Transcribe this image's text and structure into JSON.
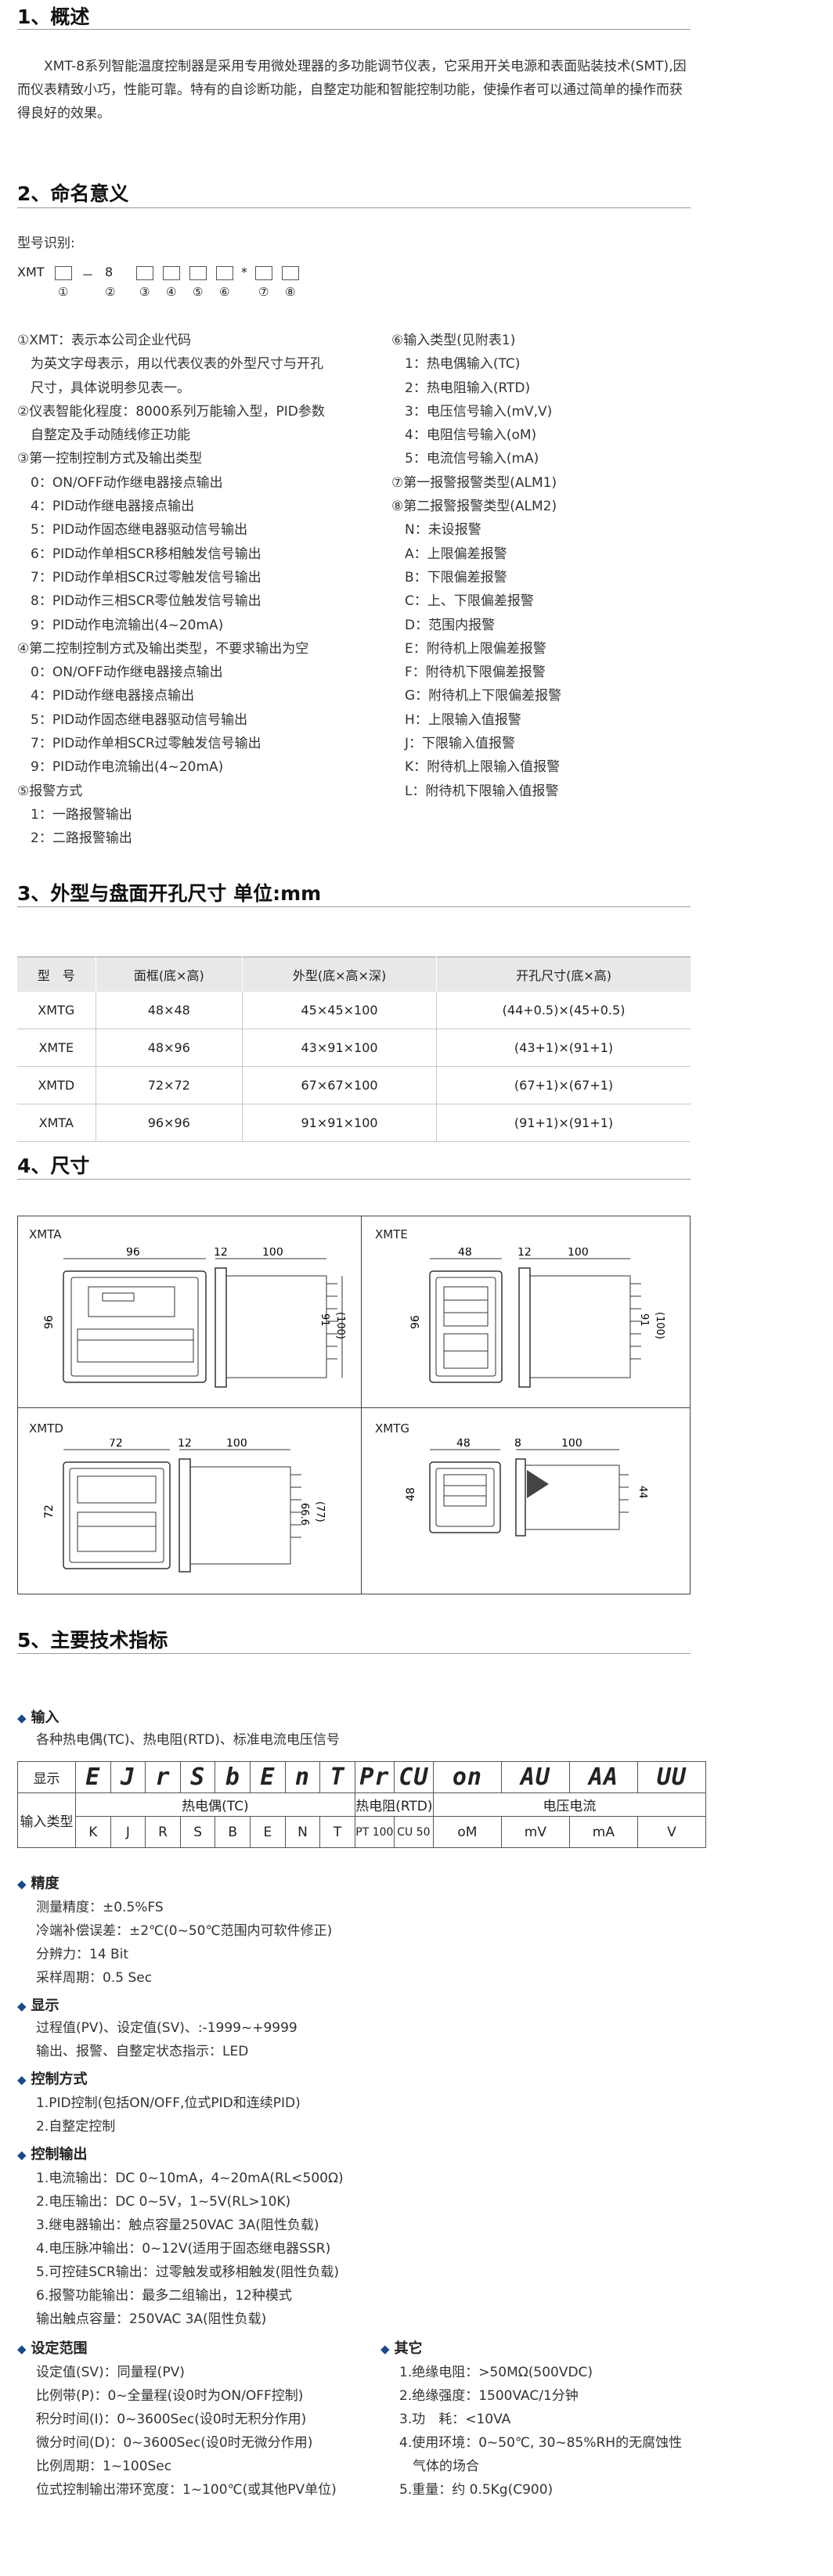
{
  "sections": {
    "s1": "1、概述",
    "s2": "2、命名意义",
    "s3": "3、外型与盘面开孔尺寸  单位:mm",
    "s4": "4、尺寸",
    "s5": "5、主要技术指标"
  },
  "overview": "XMT-8系列智能温度控制器是采用专用微处理器的多功能调节仪表，它采用开关电源和表面贴装技术(SMT),因而仪表精致小巧，性能可靠。特有的自诊断功能，自整定功能和智能控制功能，使操作者可以通过简单的操作而获得良好的效果。",
  "model_label": "型号识别:",
  "model_code": {
    "prefix": "XMT",
    "dash": "－",
    "eight": "8",
    "star": "*",
    "nums": [
      "①",
      "②",
      "③",
      "④",
      "⑤",
      "⑥",
      "⑦",
      "⑧"
    ]
  },
  "left_col": [
    "①XMT：表示本公司企业代码",
    "　为英文字母表示，用以代表仪表的外型尺寸与开孔",
    "　尺寸，具体说明参见表一。",
    "②仪表智能化程度：8000系列万能输入型，PID参数",
    "　自整定及手动随线修正功能",
    "③第一控制控制方式及输出类型",
    "　0：ON/OFF动作继电器接点输出",
    "　4：PID动作继电器接点输出",
    "　5：PID动作固态继电器驱动信号输出",
    "　6：PID动作单相SCR移相触发信号输出",
    "　7：PID动作单相SCR过零触发信号输出",
    "　8：PID动作三相SCR零位触发信号输出",
    "　9：PID动作电流输出(4~20mA)",
    "④第二控制控制方式及输出类型，不要求输出为空",
    "　0：ON/OFF动作继电器接点输出",
    "　4：PID动作继电器接点输出",
    "　5：PID动作固态继电器驱动信号输出",
    "　7：PID动作单相SCR过零触发信号输出",
    "　9：PID动作电流输出(4~20mA)",
    "⑤报警方式",
    "　1：一路报警输出",
    "　2：二路报警输出"
  ],
  "right_col": [
    "⑥输入类型(见附表1)",
    "　1：热电偶输入(TC)",
    "　2：热电阻输入(RTD)",
    "　3：电压信号输入(mV,V)",
    "　4：电阻信号输入(oM)",
    "　5：电流信号输入(mA)",
    "⑦第一报警报警类型(ALM1)",
    "⑧第二报警报警类型(ALM2)",
    "　N：未设报警",
    "　A：上限偏差报警",
    "　B：下限偏差报警",
    "　C：上、下限偏差报警",
    "　D：范围内报警",
    "　E：附待机上限偏差报警",
    "　F：附待机下限偏差报警",
    "　G：附待机上下限偏差报警",
    "　H：上限输入值报警",
    "　J：下限输入值报警",
    "　K：附待机上限输入值报警",
    "　L：附待机下限输入值报警"
  ],
  "table3": {
    "headers": [
      "型　号",
      "面框(底×高)",
      "外型(底×高×深)",
      "开孔尺寸(底×高)"
    ],
    "rows": [
      [
        "XMTG",
        "48×48",
        "45×45×100",
        "(44+0.5)×(45+0.5)"
      ],
      [
        "XMTE",
        "48×96",
        "43×91×100",
        "(43+1)×(91+1)"
      ],
      [
        "XMTD",
        "72×72",
        "67×67×100",
        "(67+1)×(67+1)"
      ],
      [
        "XMTA",
        "96×96",
        "91×91×100",
        "(91+1)×(91+1)"
      ]
    ]
  },
  "dims": {
    "a": {
      "title": "XMTA",
      "w": "96",
      "h": "96",
      "side": "12",
      "depth": "100",
      "cut": "91",
      "cut2": "(100)"
    },
    "e": {
      "title": "XMTE",
      "w": "48",
      "h": "96",
      "side": "12",
      "depth": "100",
      "cut": "91",
      "cut2": "(100)"
    },
    "d": {
      "title": "XMTD",
      "w": "72",
      "h": "72",
      "side": "12",
      "depth": "100",
      "cut": "66.6",
      "cut2": "(77)"
    },
    "g": {
      "title": "XMTG",
      "w": "48",
      "h": "48",
      "side": "8",
      "depth": "100",
      "cut": "44"
    }
  },
  "input": {
    "title": "输入",
    "desc": "各种热电偶(TC)、热电阻(RTD)、标准电流电压信号"
  },
  "display_table": {
    "row_label": "显示",
    "segs": [
      "E",
      "J",
      "r",
      "S",
      "b",
      "E",
      "n",
      "T",
      "Pr",
      "CU",
      "on",
      "AU",
      "AA",
      "UU"
    ],
    "type_label": "输入类型",
    "group_tc": "热电偶(TC)",
    "group_rtd": "热电阻(RTD)",
    "group_v": "电压电流",
    "types": [
      "K",
      "J",
      "R",
      "S",
      "B",
      "E",
      "N",
      "T",
      "PT 100",
      "CU 50",
      "oM",
      "mV",
      "mA",
      "V"
    ]
  },
  "specs": {
    "precision": {
      "title": "精度",
      "lines": [
        "测量精度：±0.5%FS",
        "冷端补偿误差：±2℃(0~50℃范围内可软件修正)",
        "分辨力：14 Bit",
        "采样周期：0.5 Sec"
      ]
    },
    "display": {
      "title": "显示",
      "lines": [
        "过程值(PV)、设定值(SV)、:-1999~+9999",
        "输出、报警、自整定状态指示：LED"
      ]
    },
    "control": {
      "title": "控制方式",
      "lines": [
        "1.PID控制(包括ON/OFF,位式PID和连续PID)",
        "2.自整定控制"
      ]
    },
    "output": {
      "title": "控制输出",
      "lines": [
        "1.电流输出：DC 0~10mA，4~20mA(RL<500Ω)",
        "2.电压输出：DC 0~5V，1~5V(RL>10K)",
        "3.继电器输出：触点容量250VAC 3A(阻性负载)",
        "4.电压脉冲输出：0~12V(适用于固态继电器SSR)",
        "5.可控硅SCR输出：过零触发或移相触发(阻性负载)",
        "6.报警功能输出：最多二组输出，12种模式",
        "输出触点容量：250VAC 3A(阻性负载)"
      ]
    },
    "range": {
      "title": "设定范围",
      "lines": [
        "设定值(SV)：同量程(PV)",
        "比例带(P)：0~全量程(设0时为ON/OFF控制)",
        "积分时间(I)：0~3600Sec(设0时无积分作用)",
        "微分时间(D)：0~3600Sec(设0时无微分作用)",
        "比例周期：1~100Sec",
        "位式控制输出滞环宽度：1~100℃(或其他PV单位)"
      ]
    },
    "other": {
      "title": "其它",
      "lines": [
        "1.绝缘电阻：>50MΩ(500VDC)",
        "2.绝缘强度：1500VAC/1分钟",
        "3.功　耗：<10VA",
        "4.使用环境：0~50℃, 30~85%RH的无腐蚀性",
        "　气体的场合",
        "5.重量：约 0.5Kg(C900)"
      ]
    }
  }
}
